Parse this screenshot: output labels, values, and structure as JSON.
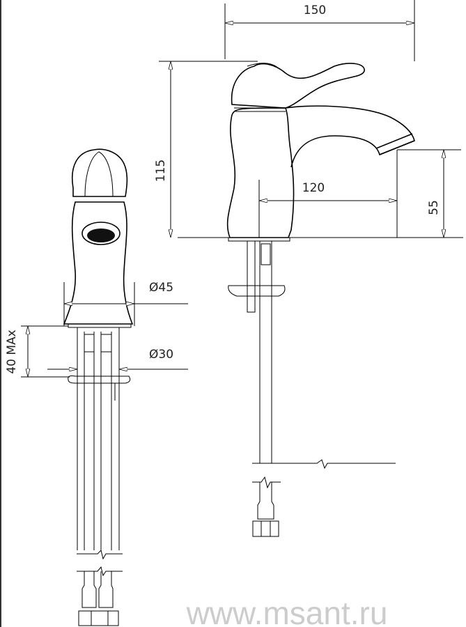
{
  "dimensions": {
    "width_total": "150",
    "height_total": "115",
    "spout_reach": "120",
    "spout_height": "55",
    "base_diameter": "Ø45",
    "shank_diameter": "Ø30",
    "max_deck_thickness": "40 MAx"
  },
  "watermark": "www.msant.ru"
}
